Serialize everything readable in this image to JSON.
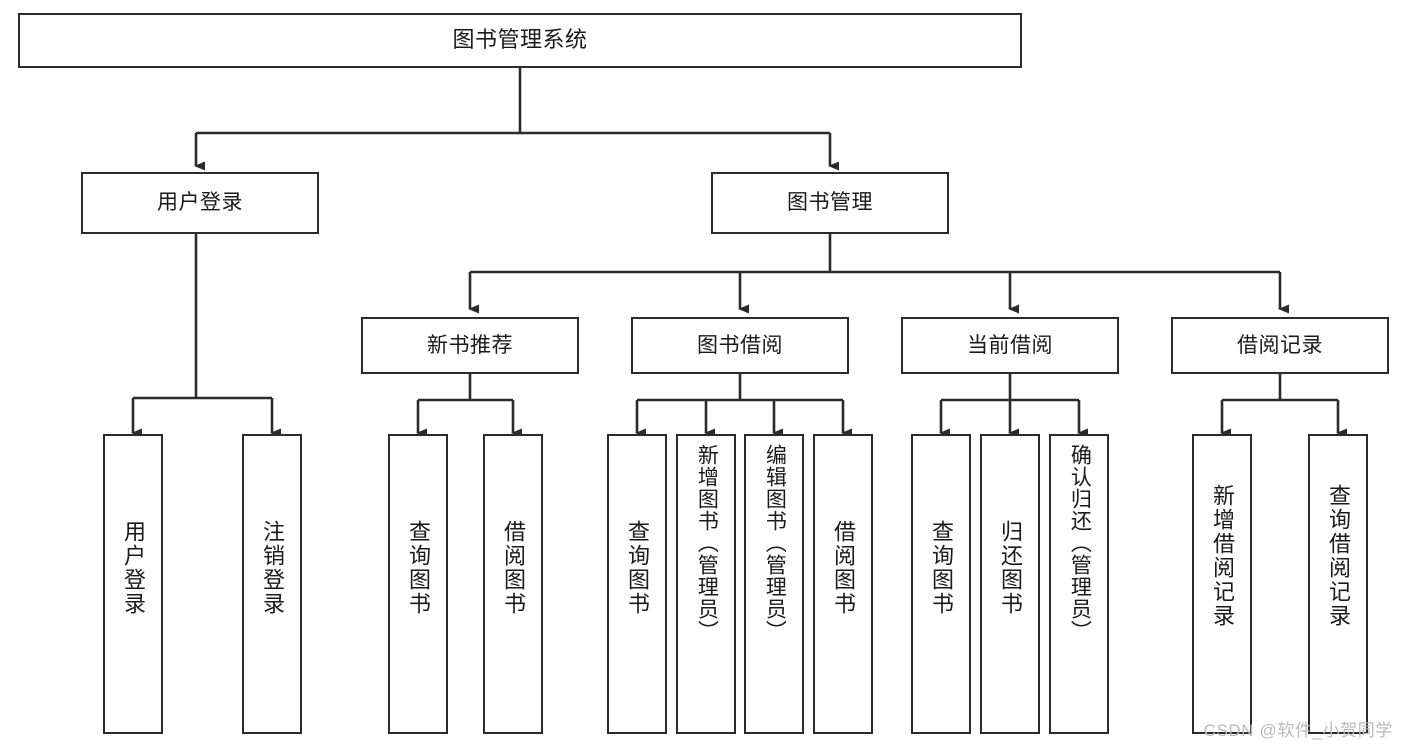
{
  "diagram": {
    "type": "tree-hierarchy-chart",
    "title": "图书管理系统",
    "watermark": "CSDN @软件_小贺同学",
    "colors": {
      "box_border": "#2b2b2b",
      "box_fill": "#ffffff",
      "connector": "#2b2b2b",
      "text": "#1a1a1a",
      "watermark": "#b9b9b9"
    },
    "levels": {
      "root": "图书管理系统",
      "level2": [
        "用户登录",
        "图书管理"
      ],
      "level3": [
        "新书推荐",
        "图书借阅",
        "当前借阅",
        "借阅记录"
      ]
    },
    "nodes": [
      {
        "id": "root",
        "label": "图书管理系统",
        "orientation": "horizontal",
        "level": 1
      },
      {
        "id": "user-login",
        "label": "用户登录",
        "orientation": "horizontal",
        "level": 2,
        "parent": "root"
      },
      {
        "id": "book-manage",
        "label": "图书管理",
        "orientation": "horizontal",
        "level": 2,
        "parent": "root"
      },
      {
        "id": "new-book-rec",
        "label": "新书推荐",
        "orientation": "horizontal",
        "level": 3,
        "parent": "book-manage"
      },
      {
        "id": "book-borrow",
        "label": "图书借阅",
        "orientation": "horizontal",
        "level": 3,
        "parent": "book-manage"
      },
      {
        "id": "current-borrow",
        "label": "当前借阅",
        "orientation": "horizontal",
        "level": 3,
        "parent": "book-manage"
      },
      {
        "id": "borrow-record",
        "label": "借阅记录",
        "orientation": "horizontal",
        "level": 3,
        "parent": "book-manage"
      },
      {
        "id": "leaf-user-login",
        "label": "用户登录",
        "orientation": "vertical",
        "level": 3,
        "parent": "user-login"
      },
      {
        "id": "leaf-logout",
        "label": "注销登录",
        "orientation": "vertical",
        "level": 3,
        "parent": "user-login"
      },
      {
        "id": "leaf-query-book-1",
        "label": "查询图书",
        "orientation": "vertical",
        "level": 4,
        "parent": "new-book-rec"
      },
      {
        "id": "leaf-borrow-book-1",
        "label": "借阅图书",
        "orientation": "vertical",
        "level": 4,
        "parent": "new-book-rec"
      },
      {
        "id": "leaf-query-book-2",
        "label": "查询图书",
        "orientation": "vertical",
        "level": 4,
        "parent": "book-borrow"
      },
      {
        "id": "leaf-add-book",
        "label": "新增图书（管理员）",
        "orientation": "vertical",
        "level": 4,
        "parent": "book-borrow"
      },
      {
        "id": "leaf-edit-book",
        "label": "编辑图书（管理员）",
        "orientation": "vertical",
        "level": 4,
        "parent": "book-borrow"
      },
      {
        "id": "leaf-borrow-book-2",
        "label": "借阅图书",
        "orientation": "vertical",
        "level": 4,
        "parent": "book-borrow"
      },
      {
        "id": "leaf-query-book-3",
        "label": "查询图书",
        "orientation": "vertical",
        "level": 4,
        "parent": "current-borrow"
      },
      {
        "id": "leaf-return-book",
        "label": "归还图书",
        "orientation": "vertical",
        "level": 4,
        "parent": "current-borrow"
      },
      {
        "id": "leaf-confirm-return",
        "label": "确认归还（管理员）",
        "orientation": "vertical",
        "level": 4,
        "parent": "current-borrow"
      },
      {
        "id": "leaf-add-record",
        "label": "新增借阅记录",
        "orientation": "vertical",
        "level": 4,
        "parent": "borrow-record"
      },
      {
        "id": "leaf-query-record",
        "label": "查询借阅记录",
        "orientation": "vertical",
        "level": 4,
        "parent": "borrow-record"
      }
    ]
  }
}
